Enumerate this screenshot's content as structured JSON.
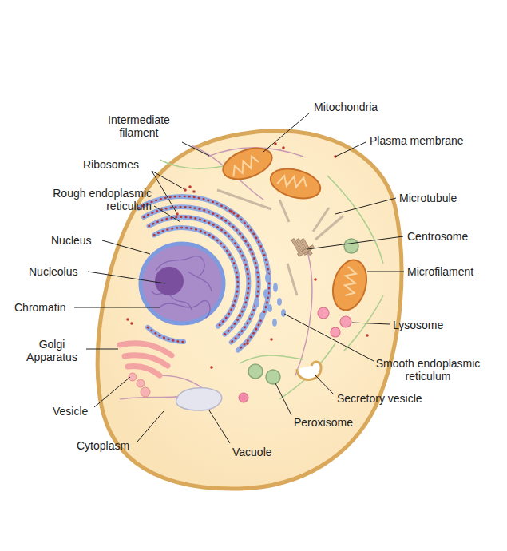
{
  "diagram": {
    "labels": [
      "Mitochondria",
      "Intermediate filament",
      "Plasma membrane",
      "Ribosomes",
      "Rough endoplasmic reticulum",
      "Microtubule",
      "Centrosome",
      "Nucleus",
      "Microfilament",
      "Nucleolus",
      "Chromatin",
      "Lysosome",
      "Golgi Apparatus",
      "Smooth endoplasmic reticulum",
      "Secretory vesicle",
      "Vesicle",
      "Peroxisome",
      "Cytoplasm",
      "Vacuole"
    ]
  }
}
